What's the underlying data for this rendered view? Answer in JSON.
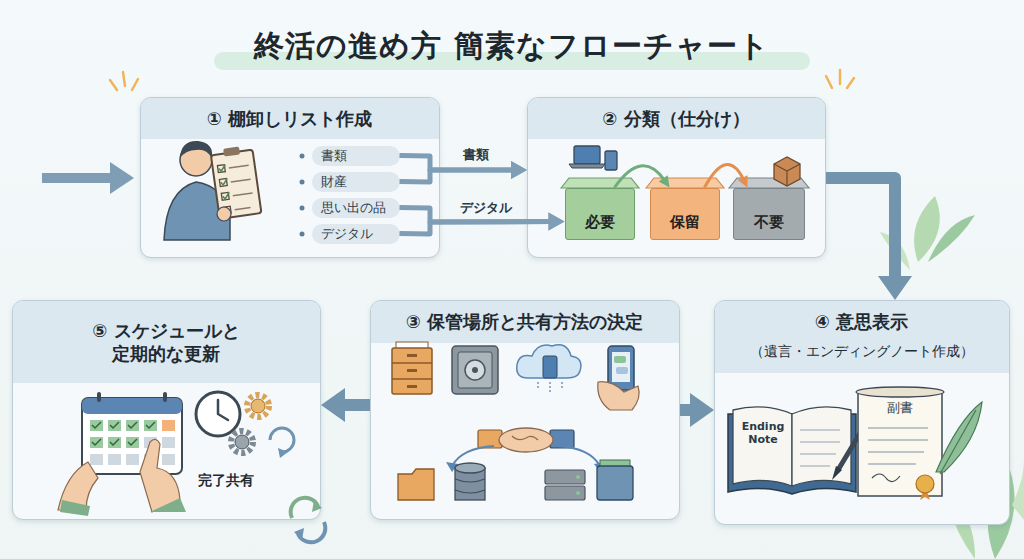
{
  "diagram": {
    "title": "終活の進め方 簡素なフローチャート",
    "nodes": [
      {
        "text": [
          "① 棚卸しリスト作成"
        ]
      },
      {
        "text": [
          "書類"
        ],
        "in": 0
      },
      {
        "text": [
          "財産"
        ],
        "in": 0
      },
      {
        "text": [
          "思い出の品"
        ],
        "in": 0
      },
      {
        "text": [
          "デジタル"
        ],
        "in": 0
      },
      {
        "text": [
          "② 分類（仕分け）"
        ]
      },
      {
        "text": [
          "必要"
        ],
        "in": 5
      },
      {
        "text": [
          "保留"
        ],
        "in": 5
      },
      {
        "text": [
          "不要"
        ],
        "in": 5
      },
      {
        "text": [
          "⑤ スケジュールと 定期的な更新"
        ]
      },
      {
        "text": [
          "③ 保管場所と共有方法の決定"
        ]
      },
      {
        "text": [
          "④ 意思表示",
          "（遺言・エンディングノート作成）"
        ]
      }
    ],
    "edges": [
      {
        "from": 1,
        "to": 5,
        "label": "書類",
        "arrow": "to"
      },
      {
        "from": 2,
        "to": 5,
        "arrow": "to"
      },
      {
        "from": 3,
        "to": 6,
        "arrow": "to"
      },
      {
        "from": 4,
        "to": 6,
        "label": "デジタル",
        "arrow": "to"
      },
      {
        "from": 6,
        "to": 7,
        "arrow": "to"
      },
      {
        "from": 7,
        "to": 8,
        "arrow": "to"
      },
      {
        "from": 5,
        "to": 11,
        "arrow": "to"
      },
      {
        "from": 10,
        "to": 11,
        "arrow": "to"
      },
      {
        "from": 10,
        "to": 9,
        "arrow": "to"
      }
    ],
    "labels": [
      "完了共有",
      "Ending Note",
      "副書"
    ]
  }
}
